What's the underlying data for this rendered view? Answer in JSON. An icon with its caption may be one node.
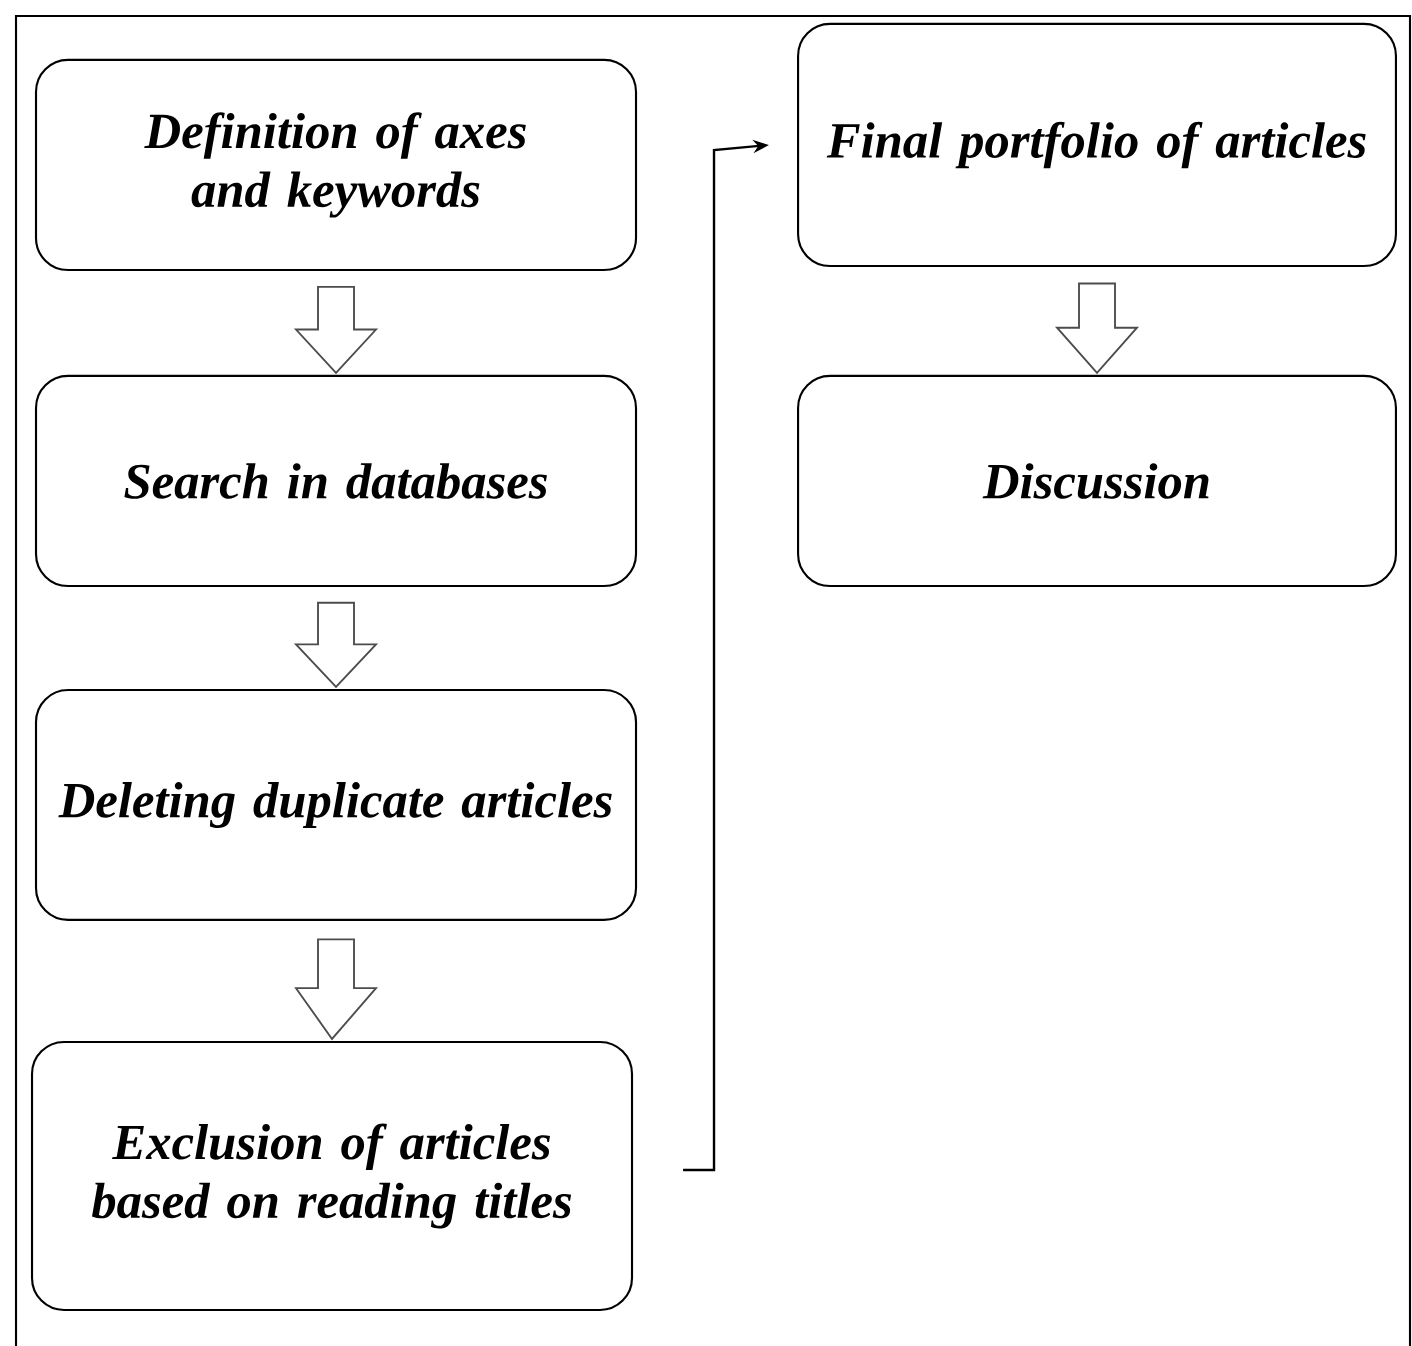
{
  "diagram": {
    "nodes": [
      {
        "text": [
          "Definition of axes and keywords"
        ]
      },
      {
        "text": [
          "Search in databases"
        ]
      },
      {
        "text": [
          "Deleting duplicate articles"
        ]
      },
      {
        "text": [
          "Exclusion of articles based on reading titles"
        ]
      },
      {
        "text": [
          "Final portfolio of articles"
        ]
      },
      {
        "text": [
          "Discussion"
        ]
      }
    ],
    "edges": [
      {
        "from": 0,
        "to": 1,
        "arrow": "to"
      },
      {
        "from": 1,
        "to": 2,
        "arrow": "to"
      },
      {
        "from": 2,
        "to": 3,
        "arrow": "to"
      },
      {
        "from": 3,
        "to": 4,
        "arrow": "to"
      },
      {
        "from": 4,
        "to": 5,
        "arrow": "to"
      }
    ]
  }
}
